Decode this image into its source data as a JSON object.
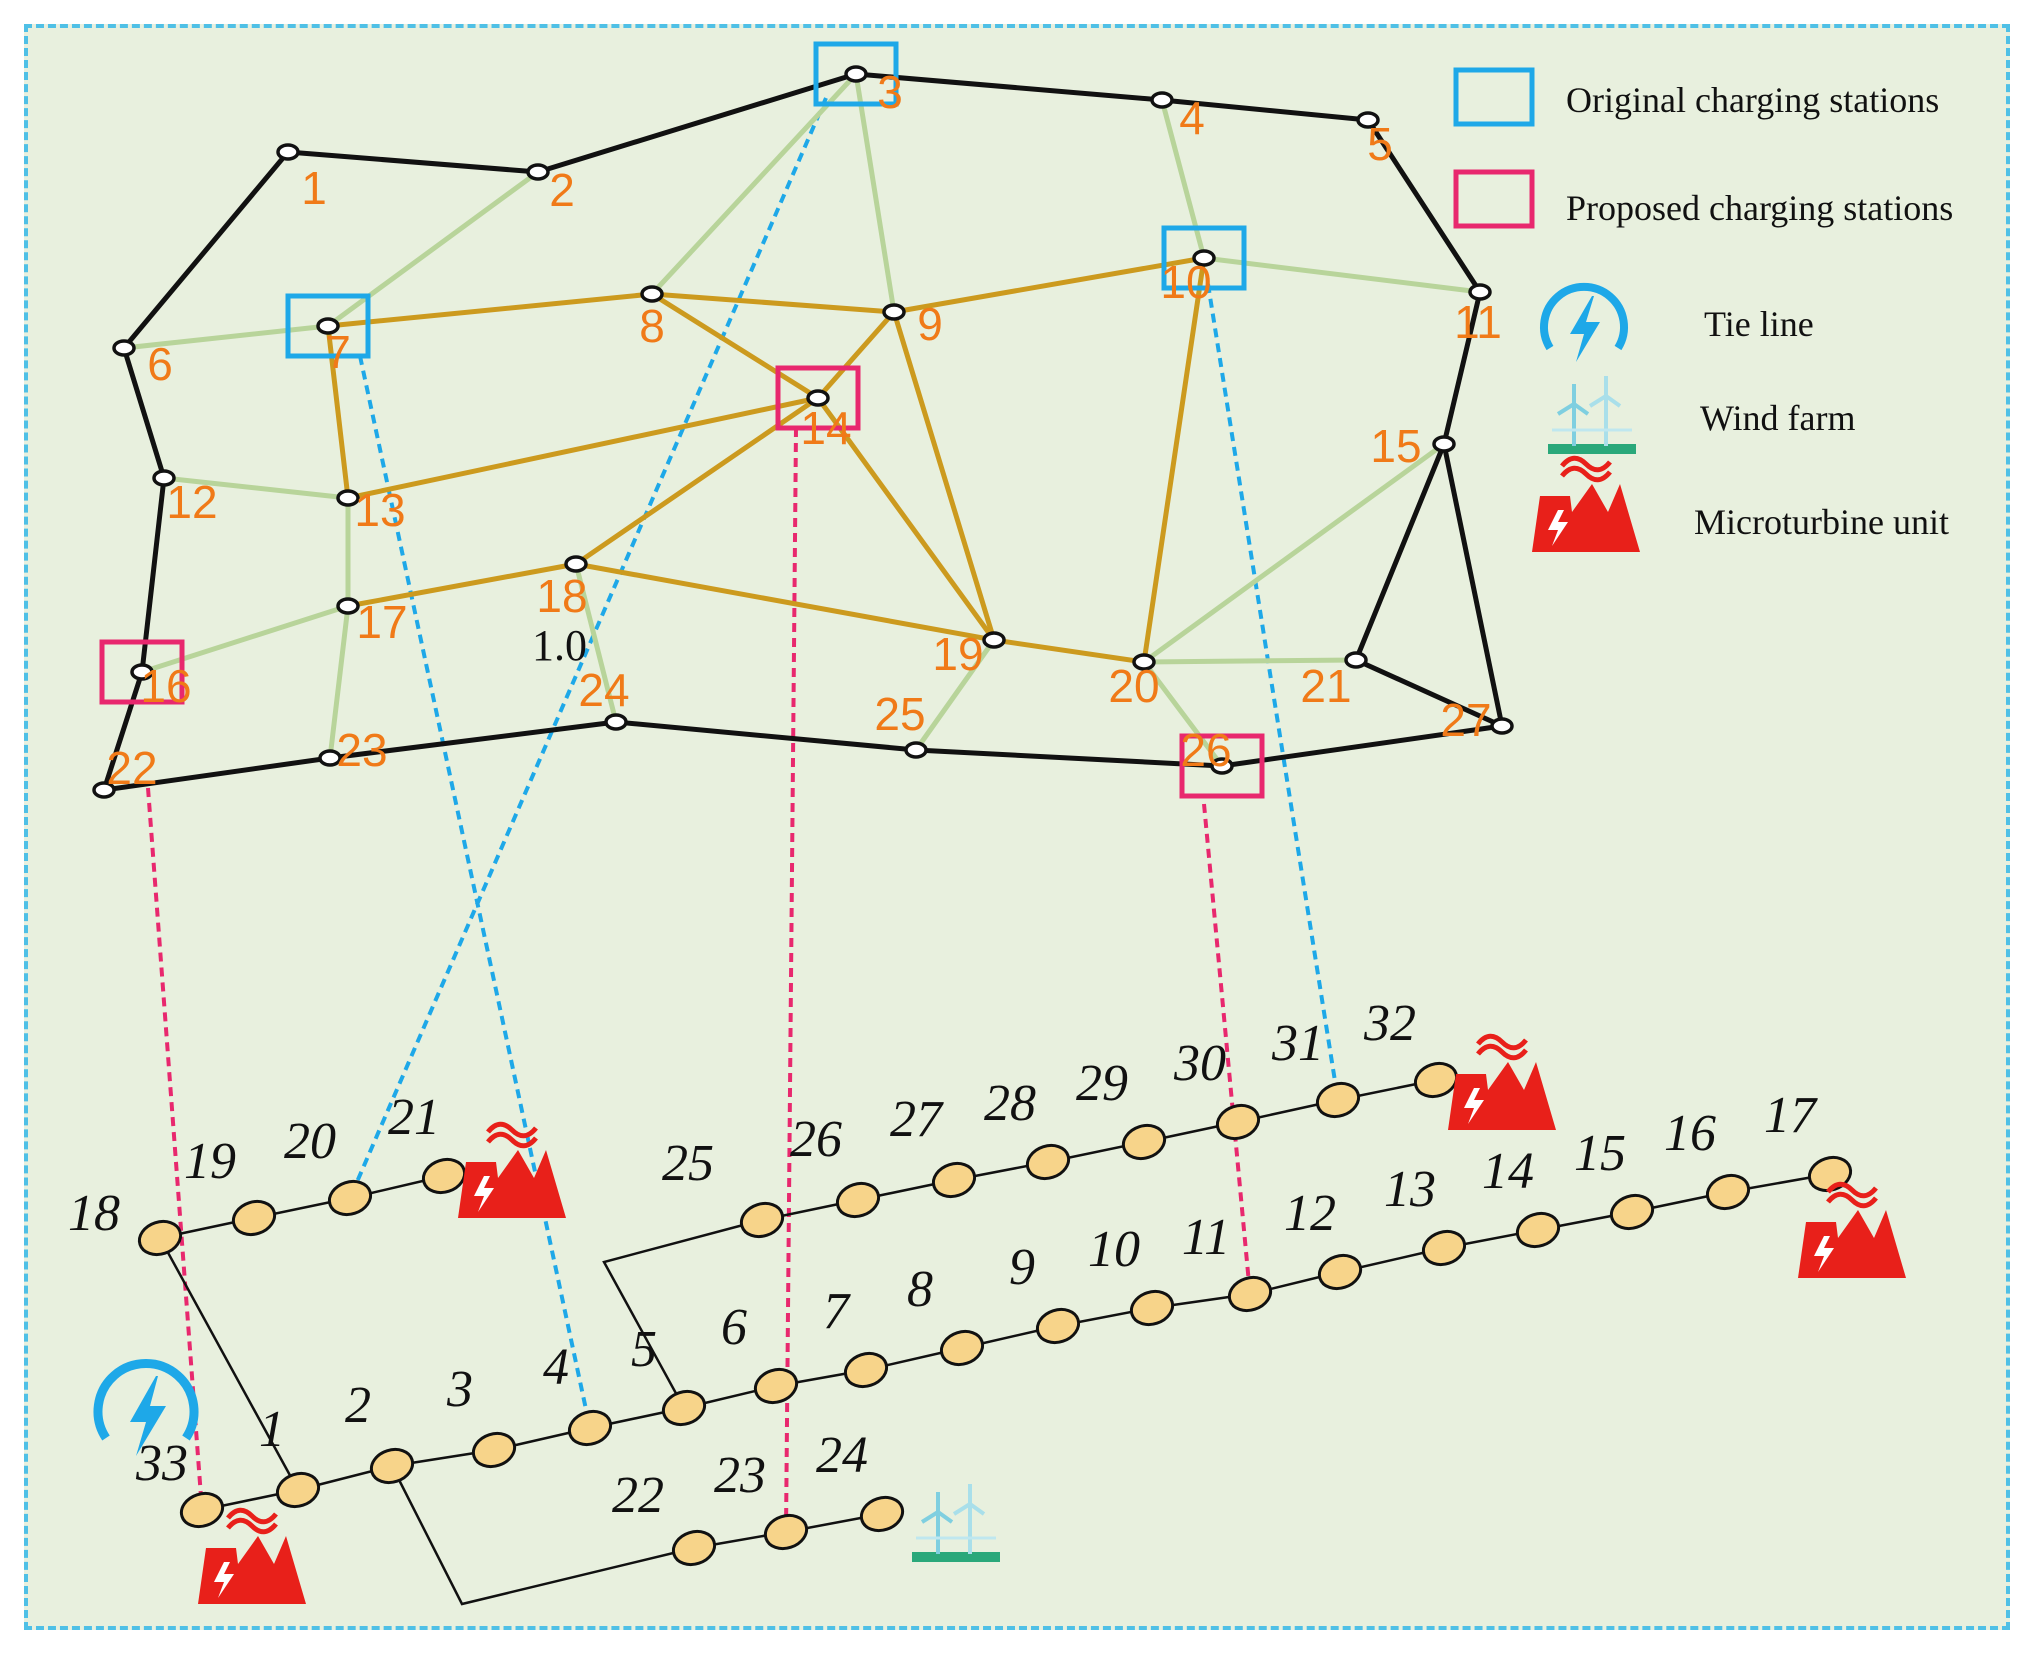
{
  "colors": {
    "background": "#e8f0de",
    "border": "#4fc0e6",
    "road_black": "#111111",
    "road_green": "#b8d49a",
    "road_orange": "#cc9a1e",
    "tie_blue": "#1ea8e8",
    "tie_pink": "#e8286e",
    "original_station": "#1ea8e8",
    "proposed_station": "#e8286e",
    "dn_node_fill": "#f7d48a",
    "microturbine": "#e8201a",
    "tn_label": "#f07a18"
  },
  "legend": {
    "original_label": "Original charging stations",
    "proposed_label": "Proposed charging stations",
    "tie_line_label": "Tie line",
    "wind_farm_label": "Wind farm",
    "microturbine_label": "Microturbine unit"
  },
  "annotation": "1.0",
  "transport_nodes": [
    "1",
    "2",
    "3",
    "4",
    "5",
    "6",
    "7",
    "8",
    "9",
    "10",
    "11",
    "12",
    "13",
    "14",
    "15",
    "16",
    "17",
    "18",
    "19",
    "20",
    "21",
    "22",
    "23",
    "24",
    "25",
    "26",
    "27"
  ],
  "distribution_nodes": [
    "1",
    "2",
    "3",
    "4",
    "5",
    "6",
    "7",
    "8",
    "9",
    "10",
    "11",
    "12",
    "13",
    "14",
    "15",
    "16",
    "17",
    "18",
    "19",
    "20",
    "21",
    "22",
    "23",
    "24",
    "25",
    "26",
    "27",
    "28",
    "29",
    "30",
    "31",
    "32",
    "33"
  ],
  "icons": {
    "tie_line": "lightning-bolt-icon",
    "wind_farm": "wind-turbine-icon",
    "microturbine": "factory-icon"
  }
}
